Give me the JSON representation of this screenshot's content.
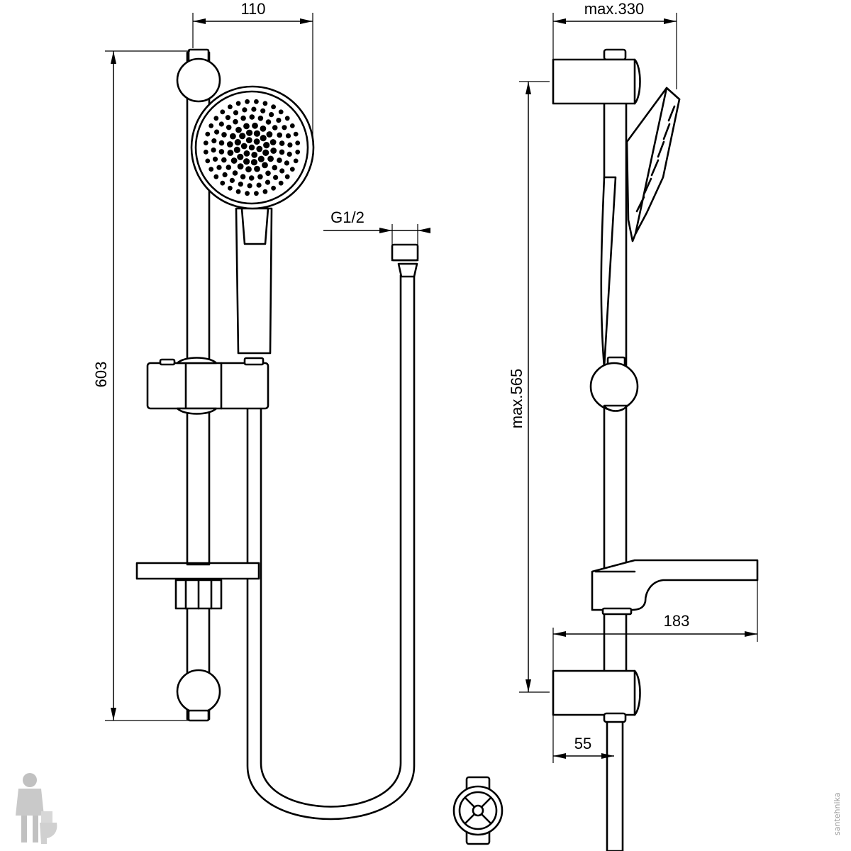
{
  "dimensions": {
    "front_width": "110",
    "front_height": "603",
    "hose_thread": "G1/2",
    "side_max_depth": "max.330",
    "side_max_height": "max.565",
    "soap_dish_depth": "183",
    "wall_bracket_depth": "55"
  },
  "watermark": "santehnika"
}
